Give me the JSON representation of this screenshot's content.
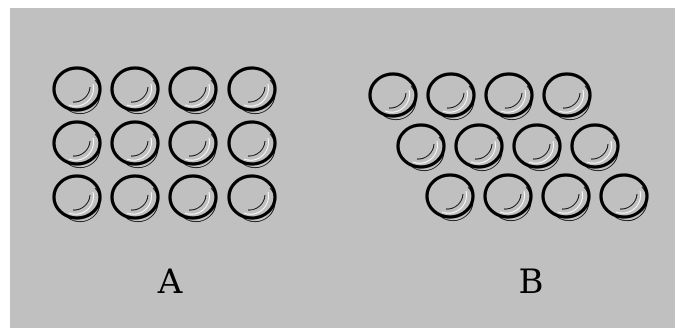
{
  "colors": {
    "background": "#c0c0c0",
    "frame": "#ffffff",
    "ball_fill": "#c0c0c0",
    "ball_outline": "#000000",
    "ball_highlight": "#ffffff"
  },
  "panels": [
    {
      "label": "A",
      "arrangement": "square",
      "rows": 3,
      "balls_per_row": 4
    },
    {
      "label": "B",
      "arrangement": "staggered",
      "rows": 3,
      "balls_per_row": 4
    }
  ]
}
